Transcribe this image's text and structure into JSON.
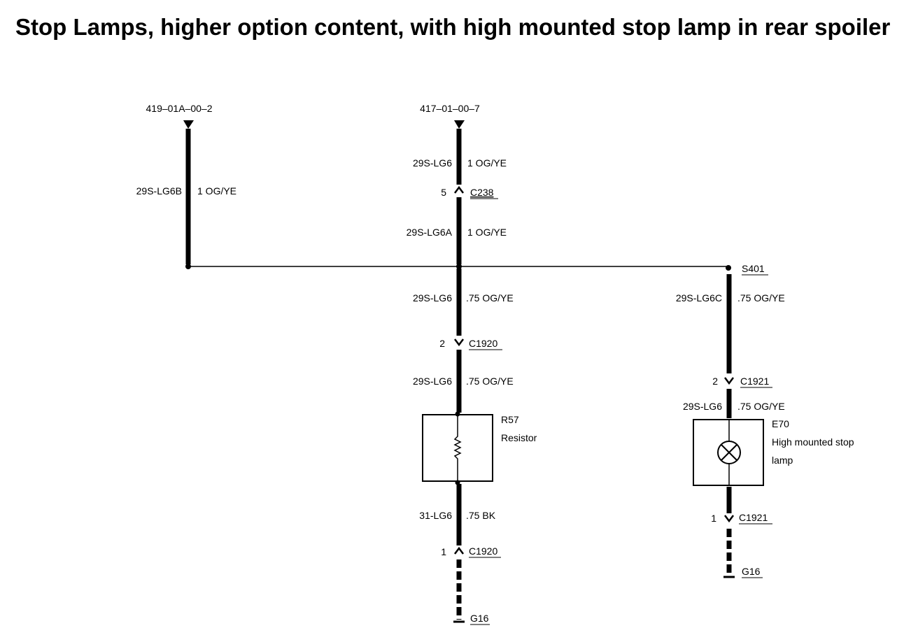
{
  "title": "Stop Lamps, higher option content, with high mounted stop lamp in rear spoiler",
  "refs": {
    "left": "419–01A–00–2",
    "center": "417–01–00–7"
  },
  "wires": {
    "w_left": {
      "circuit": "29S-LG6B",
      "spec": "1 OG/YE"
    },
    "w_c_top": {
      "circuit": "29S-LG6",
      "spec": "1 OG/YE"
    },
    "w_c_mid": {
      "circuit": "29S-LG6A",
      "spec": "1 OG/YE"
    },
    "w_c_low1": {
      "circuit": "29S-LG6",
      "spec": ".75 OG/YE"
    },
    "w_c_low2": {
      "circuit": "29S-LG6",
      "spec": ".75 OG/YE"
    },
    "w_c_gnd": {
      "circuit": "31-LG6",
      "spec": ".75 BK"
    },
    "w_r_top": {
      "circuit": "29S-LG6C",
      "spec": ".75 OG/YE"
    },
    "w_r_low": {
      "circuit": "29S-LG6",
      "spec": ".75 OG/YE"
    }
  },
  "connectors": {
    "c238": {
      "pin": "5",
      "name": "C238"
    },
    "c1920_a": {
      "pin": "2",
      "name": "C1920"
    },
    "c1920_b": {
      "pin": "1",
      "name": "C1920"
    },
    "c1921_a": {
      "pin": "2",
      "name": "C1921"
    },
    "c1921_b": {
      "pin": "1",
      "name": "C1921"
    }
  },
  "splice": "S401",
  "grounds": {
    "center": "G16",
    "right": "G16"
  },
  "components": {
    "resistor": {
      "id": "R57",
      "name": "Resistor"
    },
    "lamp": {
      "id": "E70",
      "name_line1": "High mounted stop",
      "name_line2": "lamp"
    }
  }
}
